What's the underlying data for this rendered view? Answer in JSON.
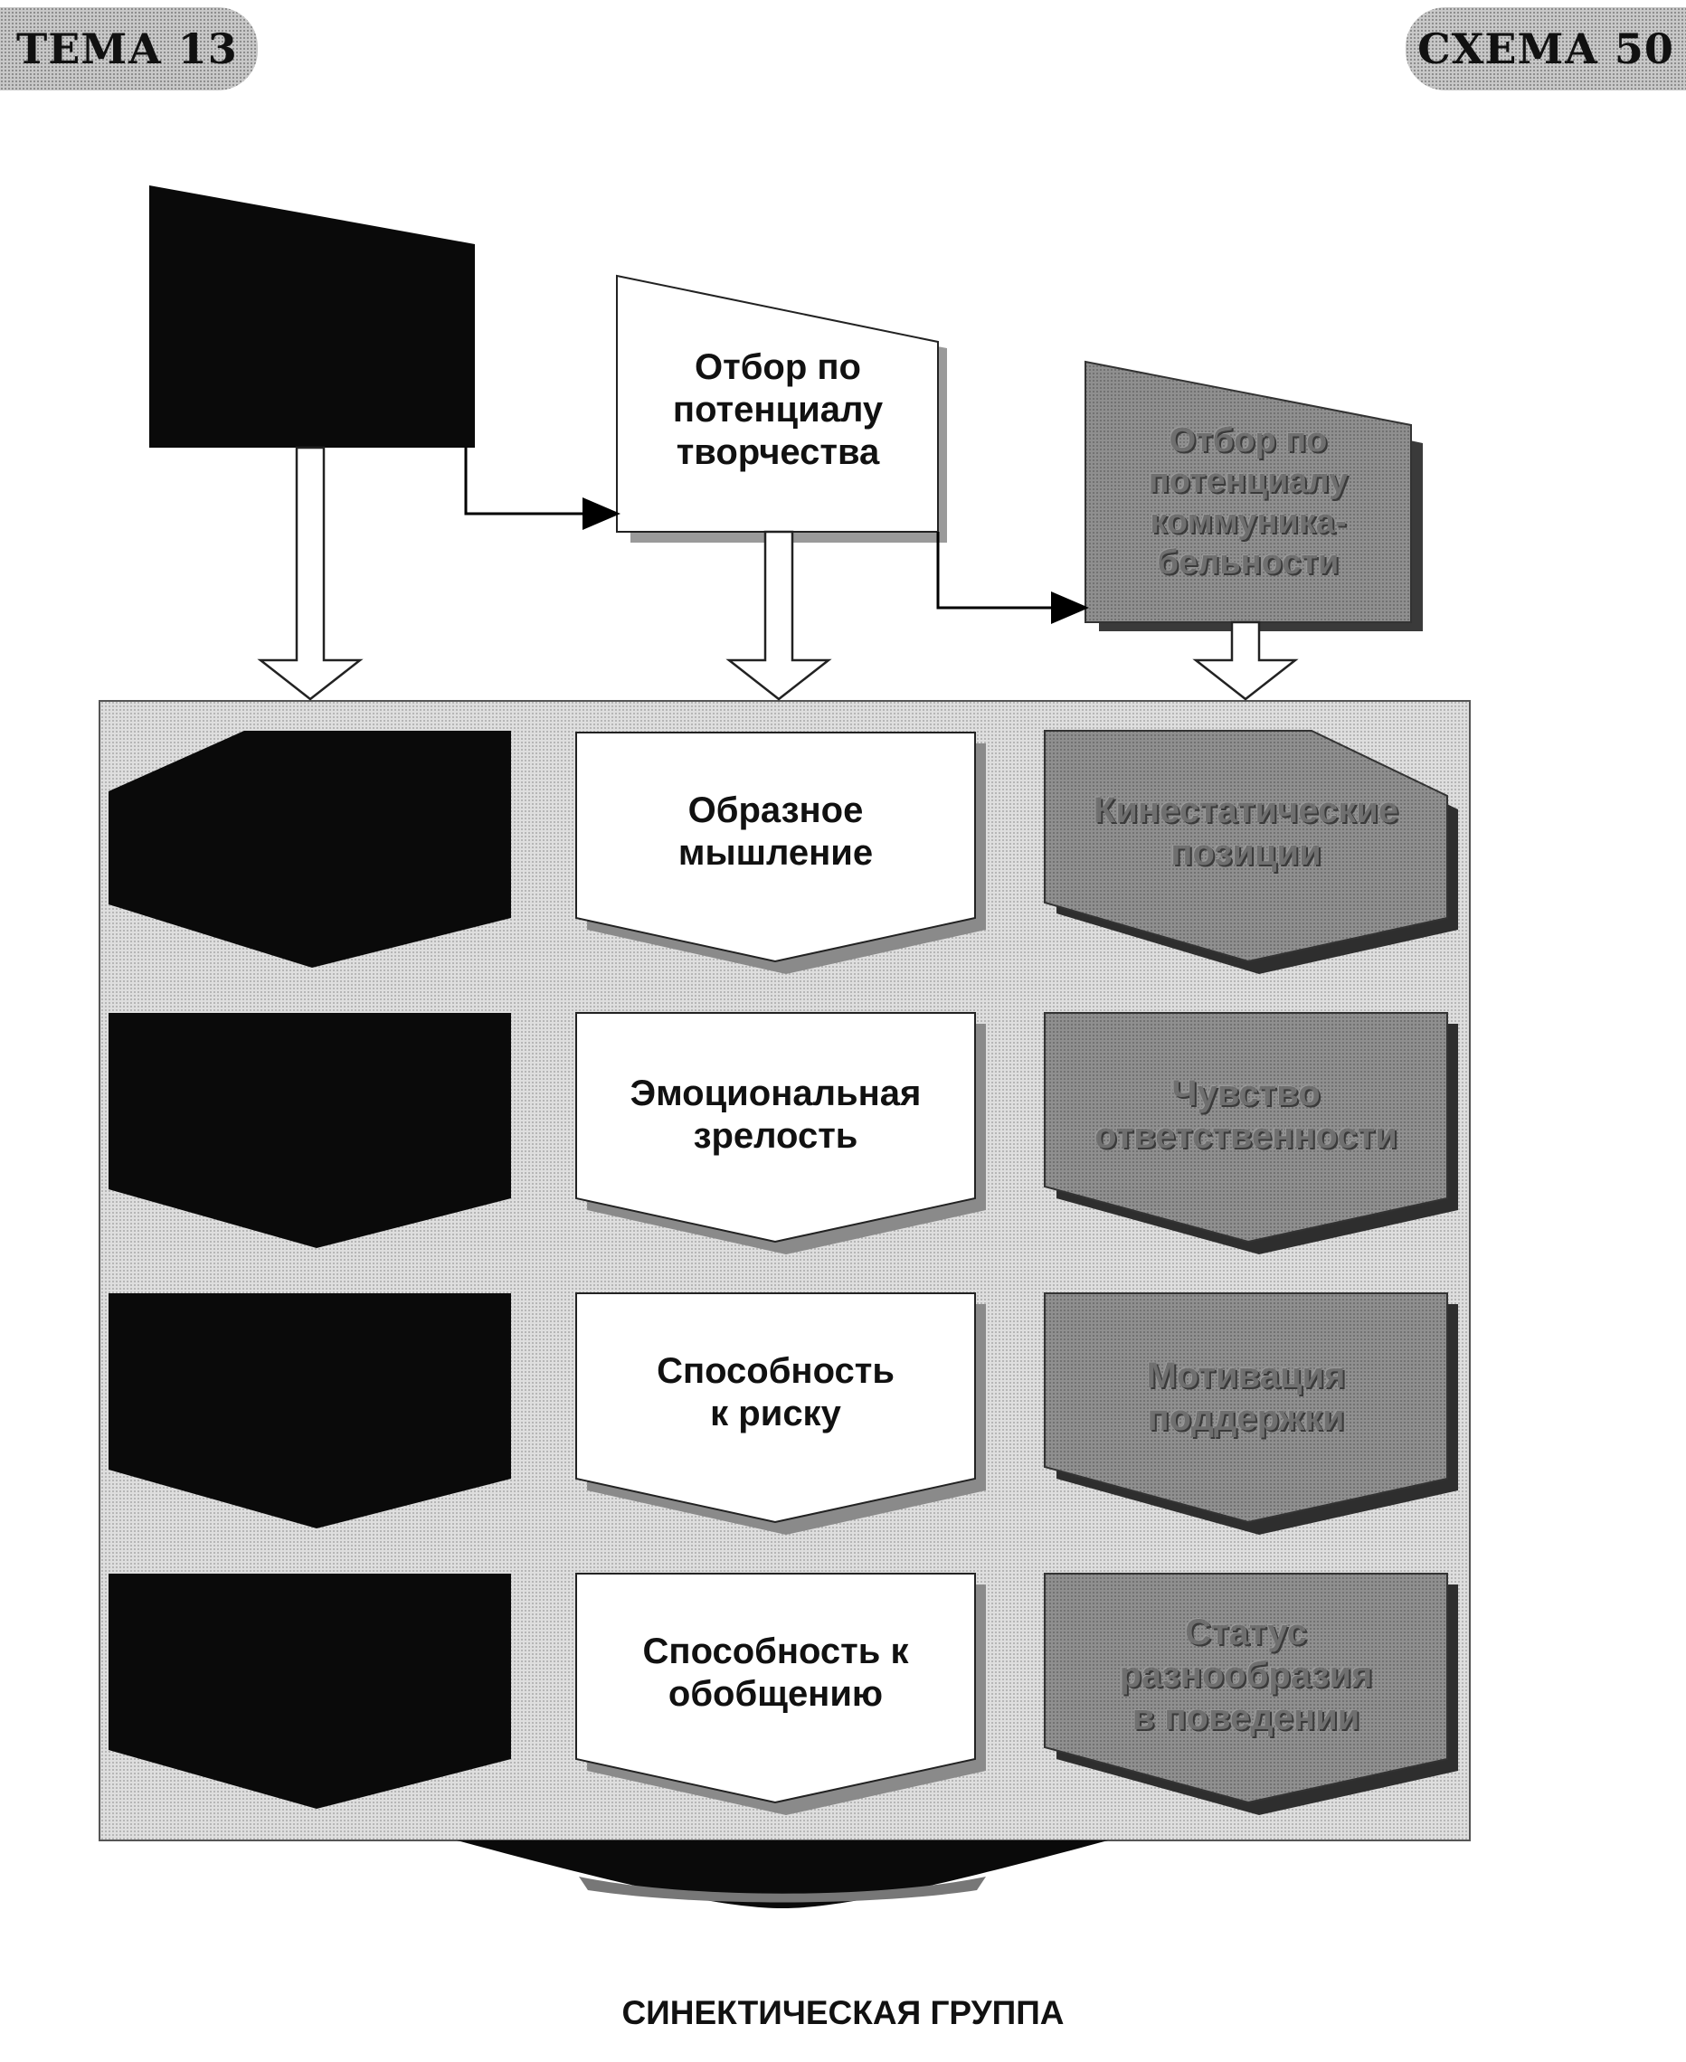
{
  "header": {
    "topic_label": "ТЕМА 13",
    "scheme_label": "СХЕМА 50"
  },
  "top_boxes": [
    {
      "label": ""
    },
    {
      "label": "Отбор по\nпотенциалу\nтворчества"
    },
    {
      "label": "Отбор по\nпотенциалу\nкоммуника-\nбельности"
    }
  ],
  "columns": {
    "left": [
      "",
      "",
      "",
      ""
    ],
    "center": [
      "Образное\nмышление",
      "Эмоциональная\nзрелость",
      "Способность\nк риску",
      "Способность к\nобобщению"
    ],
    "right": [
      "Кинестатические\nпозиции",
      "Чувство\nответственности",
      "Мотивация\nподдержки",
      "Статус\nразнообразия\nв поведении"
    ]
  },
  "footer": {
    "title": "СИНЕКТИЧЕСКАЯ ГРУППА"
  },
  "colors": {
    "black_box": "#0a0a0a",
    "white_box": "#ffffff",
    "gray_box": "#8c8c8c",
    "panel": "#d9d9d9"
  }
}
